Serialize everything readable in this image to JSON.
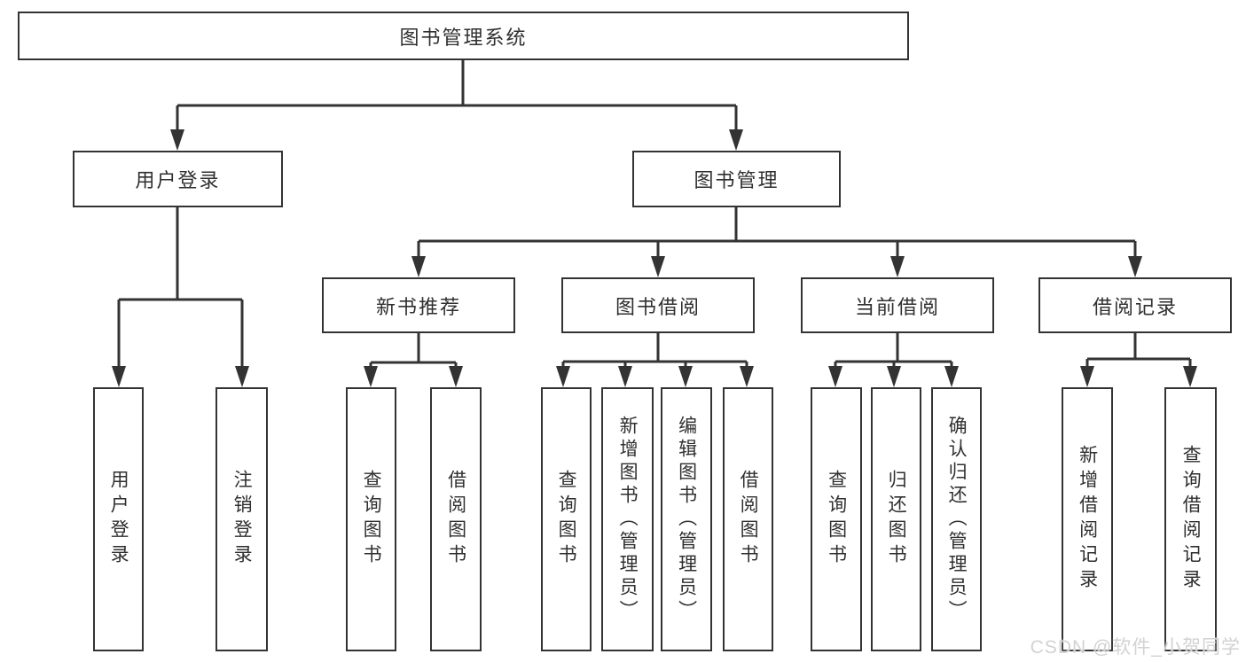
{
  "diagram": {
    "title": "图书管理系统",
    "root": "图书管理系统",
    "level2": [
      "用户登录",
      "图书管理"
    ],
    "level3": [
      "新书推荐",
      "图书借阅",
      "当前借阅",
      "借阅记录"
    ],
    "leaves": {
      "login": [
        "用户登录",
        "注销登录"
      ],
      "newbook": [
        "查询图书",
        "借阅图书"
      ],
      "borrow": [
        "查询图书",
        "新增图书（管理员）",
        "编辑图书（管理员）",
        "借阅图书"
      ],
      "current": [
        "查询图书",
        "归还图书",
        "确认归还（管理员）"
      ],
      "records": [
        "新增借阅记录",
        "查询借阅记录"
      ]
    }
  },
  "watermark": "CSDN @软件_小贺同学",
  "colors": {
    "line": "#333333",
    "box_border": "#333333",
    "text": "#2f2f2f",
    "watermark": "#d2d2d2",
    "background": "#ffffff"
  }
}
